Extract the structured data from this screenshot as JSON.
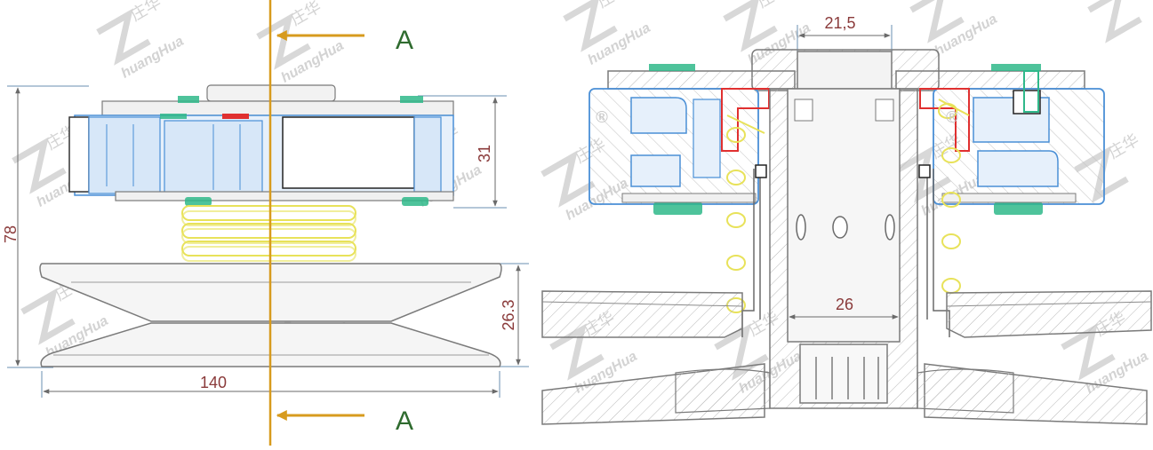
{
  "left_view": {
    "dims": {
      "total_height": "78",
      "top_height": "31",
      "sheave_height": "26.3",
      "diameter": "140"
    },
    "section_marks": {
      "top": "A",
      "bottom": "A"
    }
  },
  "right_view": {
    "dims": {
      "bore_top": "21,5",
      "bore_inner": "26"
    }
  },
  "watermark": {
    "latin": "huangHua",
    "chinese": "庄华",
    "reg": "®"
  },
  "colors": {
    "outline": "#7a7a7a",
    "housing_blue": "#4a8fd6",
    "housing_fill": "#dbe9f8",
    "spring": "#e8e25a",
    "accent_green": "#2fb88a",
    "accent_red": "#e03030",
    "center_line": "#d79b1e",
    "dimension_line": "#6a8fb0",
    "dimension_text": "#8a3a3a",
    "section_text": "#2f6b2f"
  }
}
